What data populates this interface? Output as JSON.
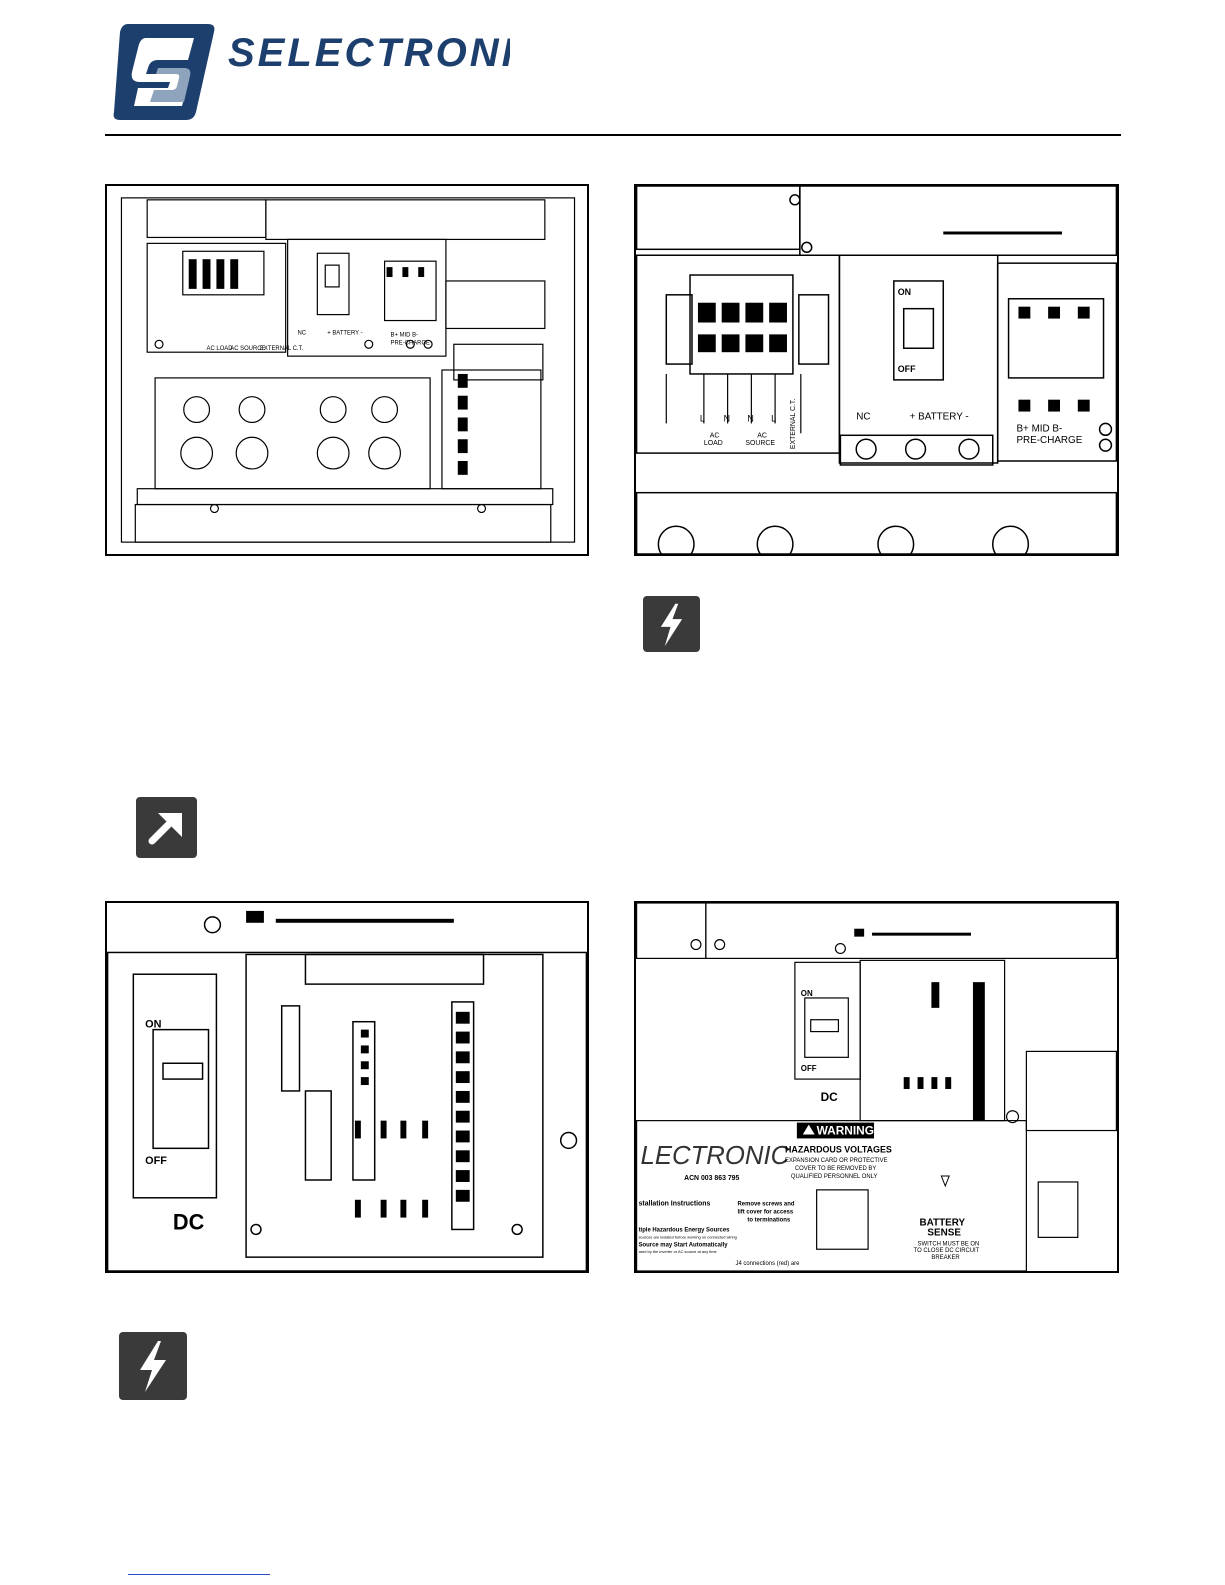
{
  "header": {
    "brand_name": "SELECTRONIC",
    "brand_color": "#1d3f6e",
    "brand_accent": "#8ea4bd"
  },
  "figures": {
    "terminal_overview": {
      "labels": [
        "AC LOAD",
        "AC SOURCE",
        "EXTERNAL C.T.",
        "NC",
        "+ BATTERY -",
        "B+ MID B-",
        "PRE-CHARGE"
      ]
    },
    "terminal_closeup": {
      "load_l": "L",
      "load_n": "N",
      "load_caption_1": "AC",
      "load_caption_2": "LOAD",
      "source_n": "N",
      "source_l": "L",
      "source_caption_1": "AC",
      "source_caption_2": "SOURCE",
      "ext_ct": "EXTERNAL C.T.",
      "nc": "NC",
      "battery": "+ BATTERY -",
      "precharge_1": "B+  MID   B-",
      "precharge_2": "PRE-CHARGE",
      "switch_on": "ON",
      "switch_off": "OFF"
    },
    "dc_switch_closeup": {
      "switch_on": "ON",
      "switch_off": "OFF",
      "dc_label": "DC"
    },
    "warning_panel": {
      "switch_on": "ON",
      "switch_off": "OFF",
      "dc_label": "DC",
      "brand_partial": "LECTRONIC",
      "acn": "ACN 003 863 795",
      "warning_title": "WARNING",
      "hazard_title": "HAZARDOUS VOLTAGES",
      "hazard_line_1": "EXPANSION CARD OR PROTECTIVE",
      "hazard_line_2": "COVER TO BE REMOVED BY",
      "hazard_line_3": "QUALIFIED PERSONNEL ONLY",
      "install_heading": "stallation Instructions",
      "remove_line_1": "Remove screws and",
      "remove_line_2": "lift cover for access",
      "remove_line_3": "to terminations",
      "multi_line_1": "tiple Hazardous Energy Sources",
      "multi_line_2": "sources are isolated before working on connected wiring",
      "multi_line_3": "Source may Start Automatically",
      "multi_line_4": "ared by the inverter or AC source at any time",
      "j4_note": "J4 connections (red) are",
      "battery_sense_1": "BATTERY",
      "battery_sense_2": "SENSE",
      "sense_line_1": "SWITCH MUST BE ON",
      "sense_line_2": "TO CLOSE DC CIRCUIT",
      "sense_line_3": "BREAKER"
    }
  },
  "icons": {
    "notice_1": "lightning-icon",
    "notice_2": "arrow-up-right-icon",
    "notice_3": "lightning-icon"
  }
}
